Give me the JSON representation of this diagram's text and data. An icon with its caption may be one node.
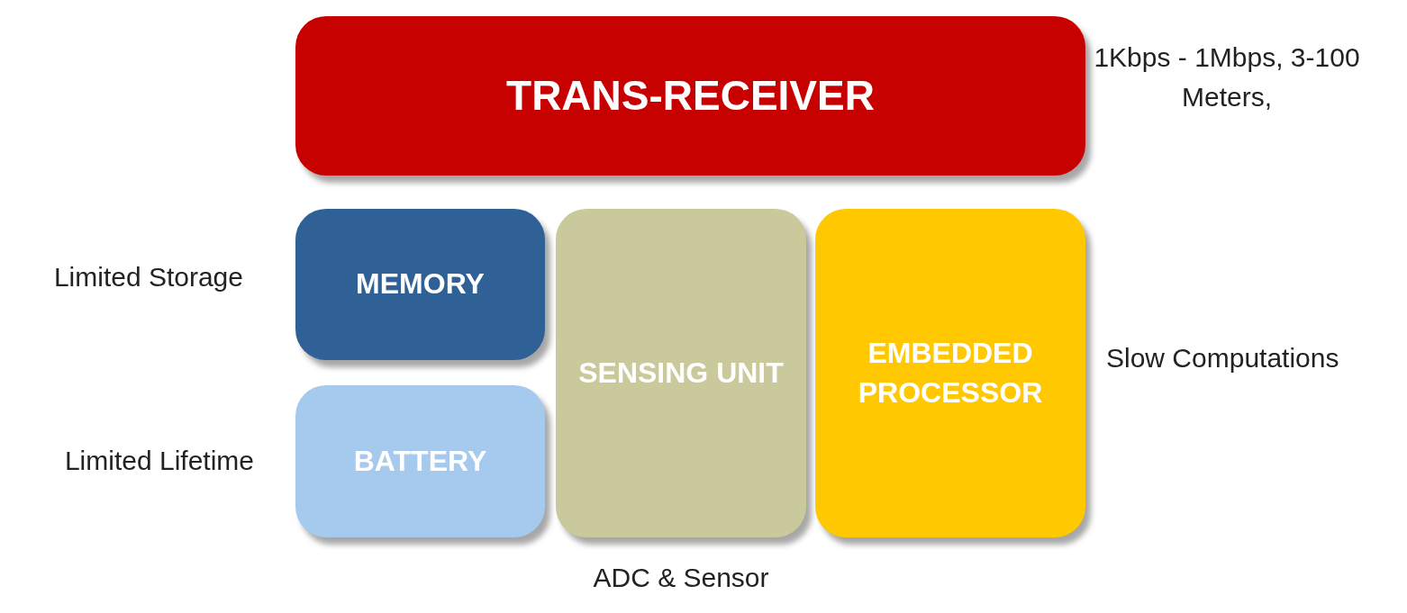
{
  "diagram": {
    "nodes": [
      {
        "text": [
          "TRANS-RECEIVER"
        ],
        "beside": [
          "1Kbps - 1Mbps, 3-100 Meters,"
        ]
      },
      {
        "text": [
          "MEMORY"
        ],
        "beside": [
          "Limited Storage"
        ]
      },
      {
        "text": [
          "BATTERY"
        ],
        "beside": [
          "Limited Lifetime"
        ]
      },
      {
        "text": [
          "SENSING UNIT"
        ],
        "beside": [
          "ADC & Sensor"
        ]
      },
      {
        "text": [
          "EMBEDDED PROCESSOR"
        ],
        "beside": [
          "Slow Computations"
        ]
      }
    ]
  }
}
